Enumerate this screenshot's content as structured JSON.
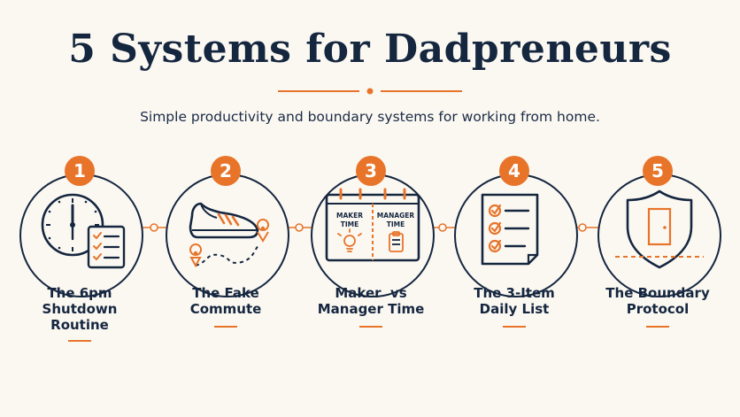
{
  "header": {
    "title": "5 Systems for Dadpreneurs",
    "subtitle": "Simple productivity and boundary systems for working from home."
  },
  "steps": [
    {
      "number": "1",
      "label": "The 6pm Shutdown Routine",
      "lines": [
        "The 6pm",
        "Shutdown",
        "Routine"
      ],
      "icon": "clock-checklist-icon"
    },
    {
      "number": "2",
      "label": "The Fake Commute",
      "lines": [
        "The Fake",
        "Commute"
      ],
      "icon": "sneaker-path-icon"
    },
    {
      "number": "3",
      "label": "Maker vs Manager Time",
      "lines": [
        "Maker  vs",
        "Manager Time"
      ],
      "icon": "calendar-split-icon",
      "calendar": {
        "left_top": "MAKER",
        "left_bottom": "TIME",
        "right_top": "MANAGER",
        "right_bottom": "TIME"
      }
    },
    {
      "number": "4",
      "label": "The 3-Item Daily List",
      "lines": [
        "The 3-Item",
        "Daily List"
      ],
      "icon": "checklist-document-icon"
    },
    {
      "number": "5",
      "label": "The Boundary Protocol",
      "lines": [
        "The Boundary",
        "Protocol"
      ],
      "icon": "shield-door-icon"
    }
  ],
  "colors": {
    "navy": "#15263f",
    "accent": "#e8742a",
    "background": "#fbf8f2"
  }
}
